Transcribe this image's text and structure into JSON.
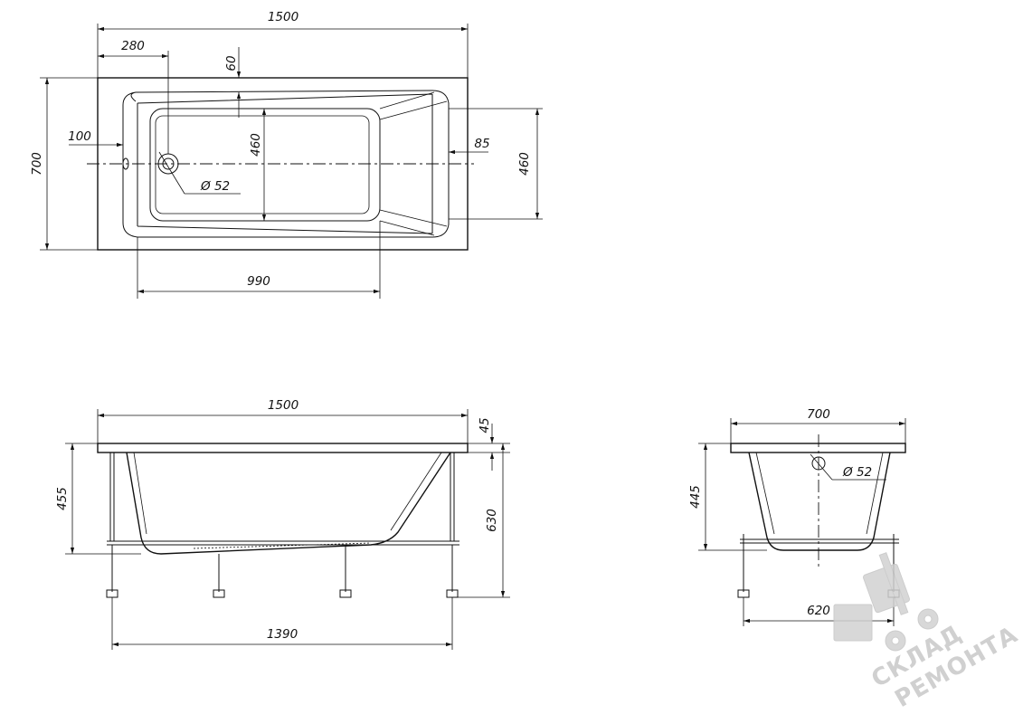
{
  "top_view": {
    "overall_length": "1500",
    "drain_offset": "280",
    "rim_width": "60",
    "side_offset": "100",
    "inner_width": "460",
    "right_offset": "85",
    "inner_width_right": "460",
    "overall_width": "700",
    "bottom_length": "990",
    "drain_diameter": "52"
  },
  "side_view": {
    "overall_length": "1500",
    "rim_height": "45",
    "depth": "455",
    "total_height": "630",
    "leg_span": "1390"
  },
  "end_view": {
    "overall_width": "700",
    "depth": "445",
    "drain_diameter": "52",
    "leg_span": "620"
  },
  "diameter_symbol": "Ø",
  "watermark": {
    "line1": "СКЛАД",
    "line2": "РЕМОНТА"
  }
}
